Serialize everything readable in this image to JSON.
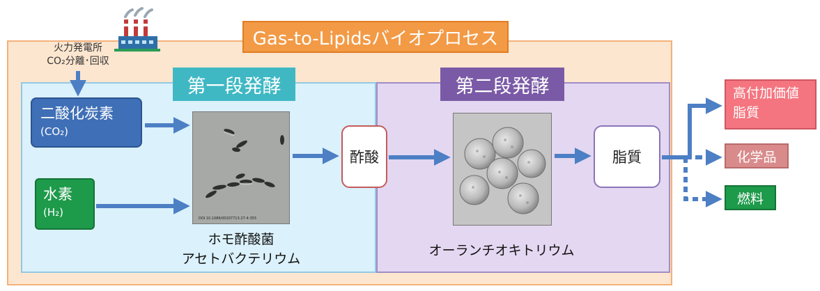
{
  "title": "Gas-to-Lipidsバイオプロセス",
  "plant": {
    "line1": "火力発電所",
    "line2": "CO₂分離･回収"
  },
  "stage1": {
    "label": "第一段発酵"
  },
  "stage2": {
    "label": "第二段発酵"
  },
  "inputs": {
    "co2": {
      "name": "二酸化炭素",
      "formula": "(CO₂)"
    },
    "h2": {
      "name": "水素",
      "formula": "(H₂)"
    }
  },
  "microbes": {
    "acetogen": {
      "line1": "ホモ酢酸菌",
      "line2": "アセトバクテリウム",
      "photo_credit": "DOI 10.1086/00207713-27-4-355"
    },
    "aurantiochytrium": {
      "name": "オーランチオキトリウム"
    }
  },
  "intermediate": {
    "acetic_acid": "酢酸"
  },
  "product": {
    "lipid": "脂質"
  },
  "outputs": {
    "high_value": {
      "line1": "高付加価値",
      "line2": "脂質"
    },
    "chemicals": "化学品",
    "fuel": "燃料"
  },
  "colors": {
    "arrow": "#4d7fc4",
    "outer_bg": "#fde6cf",
    "stage1_bg": "#dbf1fb",
    "stage2_bg": "#e4d7f1",
    "title_bg": "#f39a46"
  },
  "icons": {
    "plant": "factory-icon"
  }
}
